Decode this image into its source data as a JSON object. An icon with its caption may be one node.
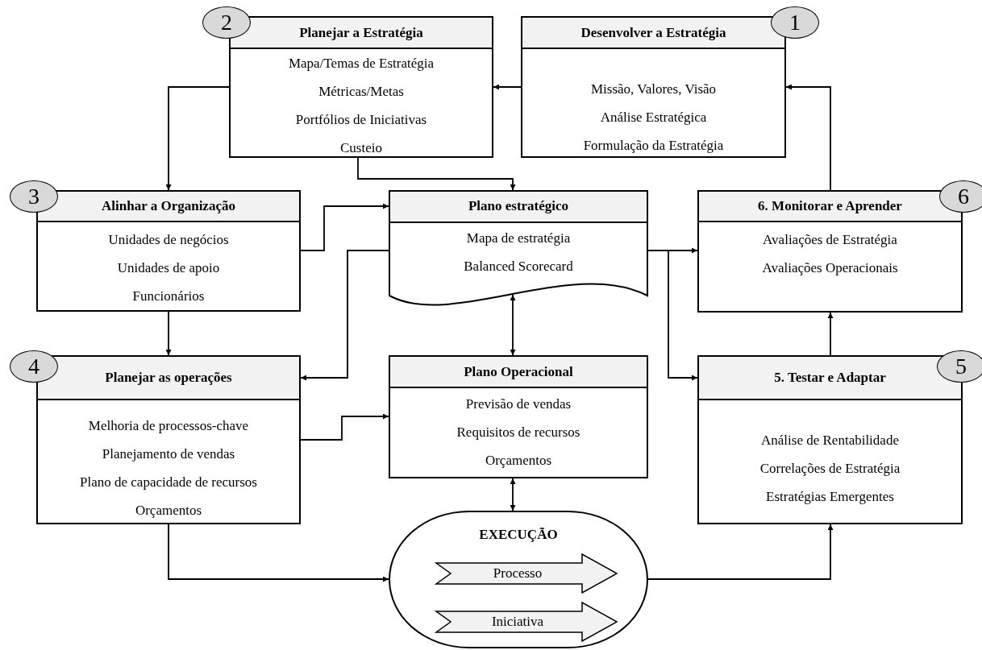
{
  "diagram": {
    "nodes": [
      {
        "text": [
          "2"
        ]
      },
      {
        "text": [
          "Planejar a Estratégia",
          "Mapa/Temas de Estratégia",
          "Métricas/Metas",
          "Portfólios de Iniciativas",
          "Custeio"
        ]
      },
      {
        "text": [
          "Desenvolver a Estratégia",
          "Missão, Valores, Visão",
          "Análise Estratégica",
          "Formulação da Estratégia"
        ]
      },
      {
        "text": [
          "1"
        ]
      },
      {
        "text": [
          "3"
        ]
      },
      {
        "text": [
          "Alinhar a Organização",
          "Unidades de negócios",
          "Unidades de apoio",
          "Funcionários"
        ]
      },
      {
        "text": [
          "Plano estratégico",
          "Mapa de estratégia",
          "Balanced Scorecard"
        ]
      },
      {
        "text": [
          "6. Monitorar e Aprender",
          "Avaliações de Estratégia",
          "Avaliações Operacionais"
        ]
      },
      {
        "text": [
          "6"
        ]
      },
      {
        "text": [
          "4"
        ]
      },
      {
        "text": [
          "Planejar as operações",
          "Melhoria de processos-chave",
          "Planejamento de vendas",
          "Plano de capacidade de recursos",
          "Orçamentos"
        ]
      },
      {
        "text": [
          "Plano Operacional",
          "Previsão de vendas",
          "Requisitos de recursos",
          "Orçamentos"
        ]
      },
      {
        "text": [
          "5. Testar e Adaptar",
          "Análise de Rentabilidade",
          "Correlações de Estratégia",
          "Estratégias Emergentes"
        ]
      },
      {
        "text": [
          "5"
        ]
      },
      {
        "text": [
          "EXECUÇÃO"
        ]
      },
      {
        "text": [
          "Processo"
        ],
        "in": 14
      },
      {
        "text": [
          "Iniciativa"
        ],
        "in": 14
      }
    ],
    "edges": [
      {
        "from": 2,
        "to": 1,
        "arrow": "to"
      },
      {
        "from": 1,
        "to": 5,
        "arrow": "to"
      },
      {
        "from": 1,
        "to": 6,
        "arrow": "to"
      },
      {
        "from": 5,
        "to": 6,
        "arrow": "to"
      },
      {
        "from": 6,
        "to": 10,
        "arrow": "to"
      },
      {
        "from": 5,
        "to": 10,
        "arrow": "to"
      },
      {
        "from": 10,
        "to": 11,
        "arrow": "to"
      },
      {
        "from": 6,
        "to": 11,
        "arrow": "both"
      },
      {
        "from": 11,
        "to": 14,
        "arrow": "both"
      },
      {
        "from": 10,
        "to": 14,
        "arrow": "to"
      },
      {
        "from": 14,
        "to": 12,
        "arrow": "to"
      },
      {
        "from": 6,
        "to": 7,
        "arrow": "to"
      },
      {
        "from": 6,
        "to": 12,
        "arrow": "to"
      },
      {
        "from": 12,
        "to": 7,
        "arrow": "to"
      },
      {
        "from": 7,
        "to": 2,
        "arrow": "to"
      }
    ]
  }
}
